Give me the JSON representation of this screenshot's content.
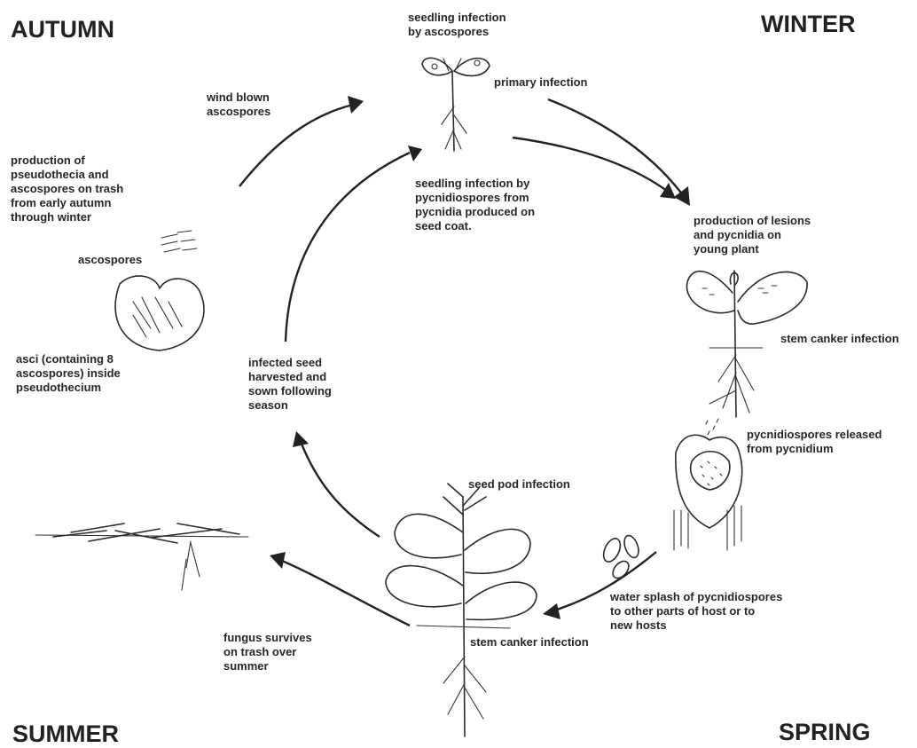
{
  "seasons": {
    "autumn": "AUTUMN",
    "winter": "WINTER",
    "spring": "SPRING",
    "summer": "SUMMER"
  },
  "labels": {
    "seedling_ascospores": "seedling infection\nby ascospores",
    "primary_infection": "primary infection",
    "wind_blown": "wind blown\nascospores",
    "pseudothecia": "production of\npseudothecia and\nascospores on trash\nfrom early autumn\nthrough winter",
    "ascospores": "ascospores",
    "asci": "asci (containing 8\nascospores) inside\npseudothecium",
    "seedling_pycnidiospores": "seedling infection by\npycnidiospores from\npycnidia produced on\nseed coat.",
    "lesions": "production of lesions\nand pycnidia on\nyoung plant",
    "stem_canker_winter": "stem canker infection",
    "pycnidiospores_released": "pycnidiospores released\nfrom pycnidium",
    "infected_seed": "infected seed\nharvested and\nsown following\nseason",
    "seed_pod": "seed pod infection",
    "water_splash": "water splash of pycnidiospores\nto other parts of host or to\nnew hosts",
    "stem_canker_spring": "stem canker infection",
    "fungus_survives": "fungus survives\non trash over\nsummer"
  },
  "colors": {
    "ink": "#222222",
    "background": "#ffffff"
  }
}
